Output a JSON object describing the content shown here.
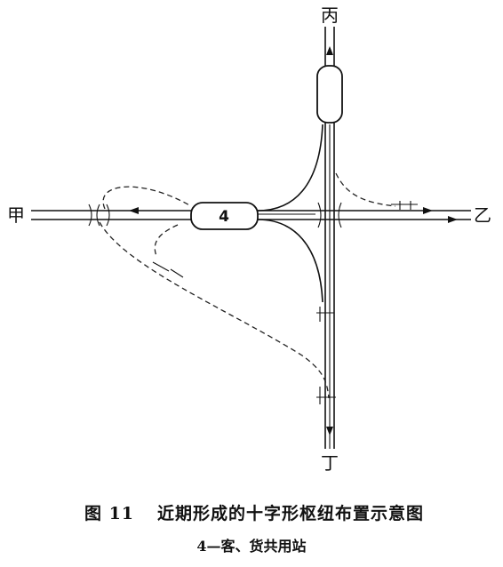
{
  "diagram": {
    "labels": {
      "north": "丙",
      "south": "丁",
      "west": "甲",
      "east": "乙"
    },
    "stations": [
      {
        "id": "central",
        "label": "4"
      },
      {
        "id": "north",
        "label": ""
      }
    ]
  },
  "caption": {
    "title_prefix": "图 11",
    "title_text": "近期形成的十字形枢纽布置示意图",
    "subtitle": "4—客、货共用站"
  }
}
